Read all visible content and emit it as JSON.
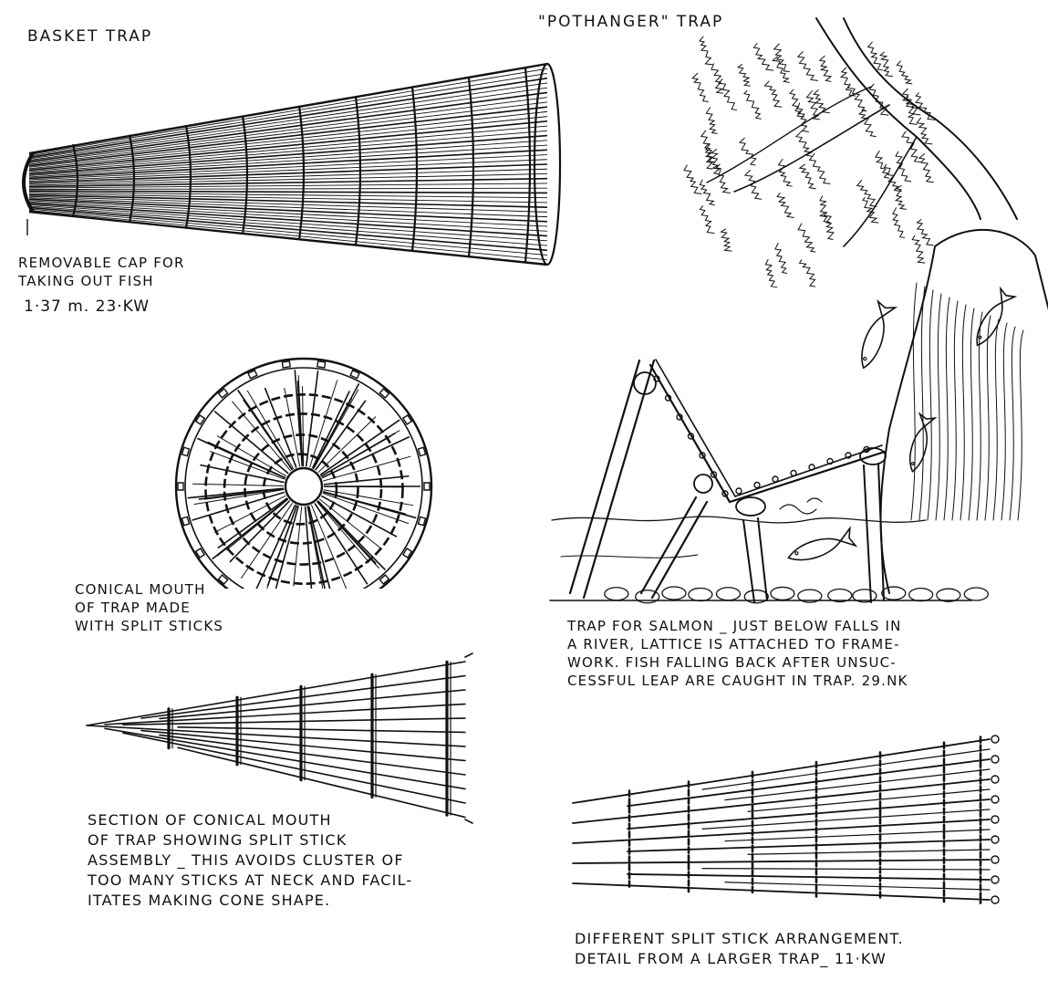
{
  "titles": {
    "basket_trap": "BASKET TRAP",
    "pothanger_trap": "\"POTHANGER\" TRAP"
  },
  "captions": {
    "removable_cap": "REMOVABLE CAP FOR\nTAKING OUT FISH",
    "basket_measure": "1·37 m. 23·KW",
    "conical_mouth": "CONICAL MOUTH\nOF TRAP MADE\nWITH SPLIT STICKS",
    "salmon_trap": "TRAP FOR SALMON _ JUST BELOW FALLS IN\nA RIVER, LATTICE IS ATTACHED TO FRAME-\nWORK. FISH FALLING BACK AFTER UNSUC-\nCESSFUL LEAP ARE CAUGHT IN TRAP. 29.NK",
    "section_mouth": "SECTION OF CONICAL MOUTH\nOF TRAP SHOWING SPLIT STICK\nASSEMBLY _ THIS AVOIDS CLUSTER OF\nTOO MANY STICKS AT NECK AND FACIL-\nITATES MAKING CONE SHAPE.",
    "different_arrangement": "DIFFERENT SPLIT STICK ARRANGEMENT.\nDETAIL FROM A LARGER TRAP_ 11·KW"
  },
  "style": {
    "ink": "#111111",
    "paper": "#ffffff"
  }
}
